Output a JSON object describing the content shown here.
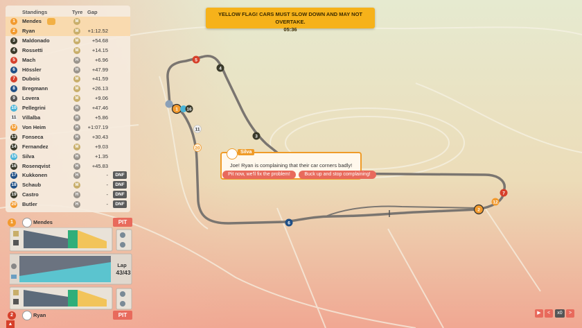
{
  "standings": {
    "headers": {
      "title": "Standings",
      "tyre": "Tyre",
      "gap": "Gap"
    },
    "rows": [
      {
        "pos": "1",
        "name": "Mendes",
        "tyre": "M",
        "gap": "",
        "color": "#f29a2e",
        "selected": true,
        "badge": true
      },
      {
        "pos": "2",
        "name": "Ryan",
        "tyre": "M",
        "gap": "+1:12.52",
        "color": "#f29a2e",
        "selected": true
      },
      {
        "pos": "3",
        "name": "Maldonado",
        "tyre": "M",
        "gap": "+54.68",
        "color": "#3a3a2a"
      },
      {
        "pos": "4",
        "name": "Rossetti",
        "tyre": "M",
        "gap": "+14.15",
        "color": "#3a3a2a"
      },
      {
        "pos": "5",
        "name": "Mach",
        "tyre": "H",
        "gap": "+6.96",
        "color": "#d6402b"
      },
      {
        "pos": "6",
        "name": "Hössler",
        "tyre": "H",
        "gap": "+47.99",
        "color": "#1f4f86"
      },
      {
        "pos": "7",
        "name": "Dubois",
        "tyre": "M",
        "gap": "+41.59",
        "color": "#d6402b"
      },
      {
        "pos": "8",
        "name": "Bregmann",
        "tyre": "M",
        "gap": "+26.13",
        "color": "#1f4f86"
      },
      {
        "pos": "9",
        "name": "Lovera",
        "tyre": "M",
        "gap": "+9.06",
        "color": "#555"
      },
      {
        "pos": "10",
        "name": "Pellegrini",
        "tyre": "H",
        "gap": "+47.46",
        "color": "#4ab4d8"
      },
      {
        "pos": "11",
        "name": "Villalba",
        "tyre": "H",
        "gap": "+5.86",
        "color": "#f0f0f0"
      },
      {
        "pos": "12",
        "name": "Von Heim",
        "tyre": "H",
        "gap": "+1:07.19",
        "color": "#f29a2e"
      },
      {
        "pos": "13",
        "name": "Fonseca",
        "tyre": "H",
        "gap": "+30.43",
        "color": "#3a3a2a"
      },
      {
        "pos": "14",
        "name": "Fernandez",
        "tyre": "M",
        "gap": "+9.03",
        "color": "#3a3a2a"
      },
      {
        "pos": "15",
        "name": "Silva",
        "tyre": "H",
        "gap": "+1.35",
        "color": "#4ab4d8"
      },
      {
        "pos": "16",
        "name": "Rosenqvist",
        "tyre": "H",
        "gap": "+45.83",
        "color": "#3a3a2a"
      },
      {
        "pos": "17",
        "name": "Kukkonen",
        "tyre": "H",
        "gap": "-",
        "color": "#1f4f86",
        "dnf": "DNF"
      },
      {
        "pos": "18",
        "name": "Schaub",
        "tyre": "M",
        "gap": "-",
        "color": "#1f4f86",
        "dnf": "DNF"
      },
      {
        "pos": "19",
        "name": "Castro",
        "tyre": "H",
        "gap": "-",
        "color": "#3a3a2a",
        "dnf": "DNF"
      },
      {
        "pos": "20",
        "name": "Butler",
        "tyre": "H",
        "gap": "-",
        "color": "#f29a2e",
        "dnf": "DNF"
      }
    ]
  },
  "flag": {
    "line1": "YELLOW FLAG! CARS MUST SLOW DOWN AND MAY NOT OVERTAKE.",
    "line2": "05:36"
  },
  "radio": {
    "name": "Silva",
    "message": "Joe! Ryan is complaining that their car corners badly!",
    "option1": "Pit now, we'll fix the problem!",
    "option2": "Buck up and stop complaining!"
  },
  "driver1": {
    "pos": "1",
    "name": "Mendes",
    "pit": "PIT",
    "tyre": "M",
    "color": "#f29a2e"
  },
  "driver2": {
    "pos": "2",
    "name": "Ryan",
    "pit": "PIT",
    "tyre": "M",
    "color": "#d6402b"
  },
  "lap": {
    "label": "Lap",
    "value": "43/43"
  },
  "controls": {
    "play": "▶",
    "back": "<",
    "speed": "x0",
    "forward": ">"
  }
}
